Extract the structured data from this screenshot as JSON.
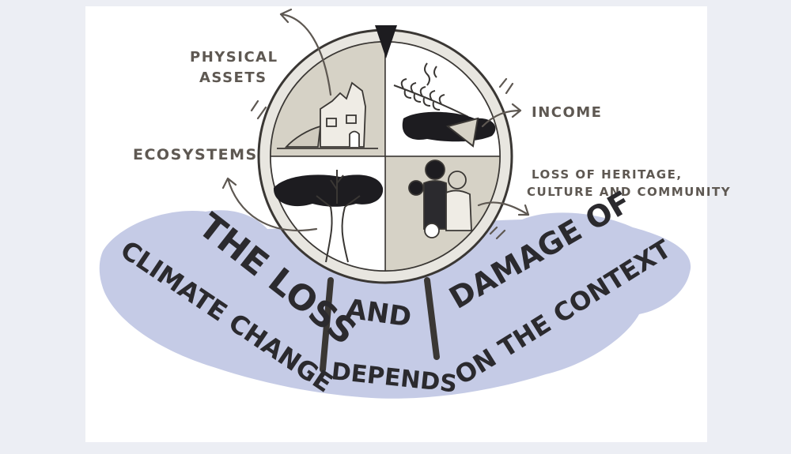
{
  "wheel": {
    "segments": [
      {
        "name": "physical assets"
      },
      {
        "name": "income"
      },
      {
        "name": "ecosystems"
      },
      {
        "name": "loss of heritage, culture and community"
      }
    ]
  },
  "labels": {
    "physical_assets_line1": "PHYSICAL",
    "physical_assets_line2": "ASSETS",
    "income": "INCOME",
    "ecosystems": "ECOSYSTEMS",
    "heritage_line1": "LOSS OF HERITAGE,",
    "heritage_line2": "CULTURE AND COMMUNITY"
  },
  "banner": {
    "w1": "THE LOSS",
    "w2": "AND",
    "w3": "DAMAGE OF",
    "w4": "CLIMATE CHANGE",
    "w5": "DEPENDS",
    "w6": "ON THE CONTEXT"
  },
  "colors": {
    "background": "#eceef4",
    "card": "#ffffff",
    "banner_blob": "#c5cbe6",
    "wheel_rim": "#e8e6e0",
    "segment_tan": "#d6d2c6",
    "ink": "#2b2a2e",
    "label_ink": "#5e5852"
  }
}
